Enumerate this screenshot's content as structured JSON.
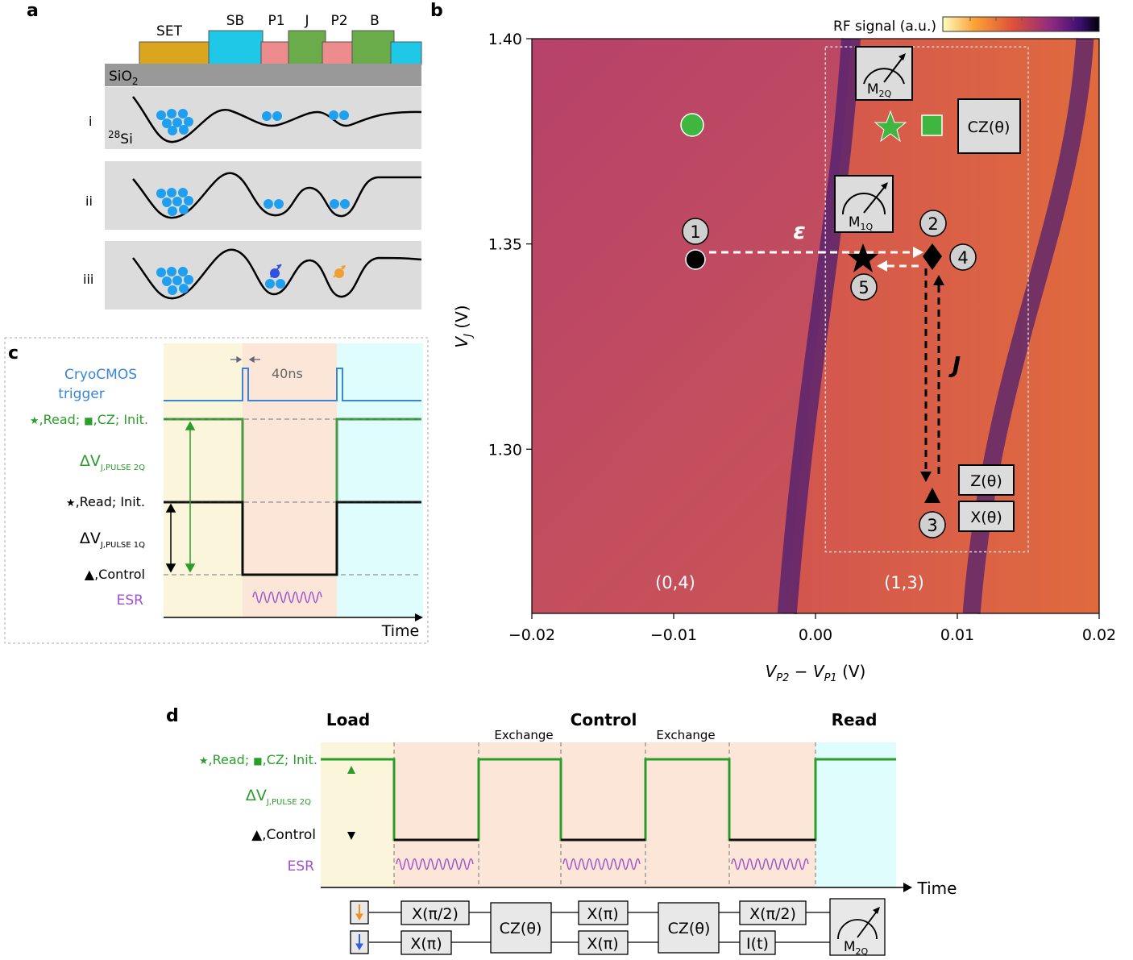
{
  "panel_labels": {
    "a": "a",
    "b": "b",
    "c": "c",
    "d": "d"
  },
  "panel_a": {
    "gates": [
      "SET",
      "SB",
      "P1",
      "J",
      "P2",
      "B"
    ],
    "oxide": "SiO",
    "oxide_sub": "2",
    "substrate_sup": "28",
    "substrate": "Si",
    "rows": [
      "i",
      "ii",
      "iii"
    ],
    "colors": {
      "set": "#dba61f",
      "sb": "#1ec8e6",
      "p": "#ec8c8c",
      "j": "#6aab4a",
      "oxide": "#999999",
      "well": "#dcdcdc",
      "electron": "#1f9ff0"
    }
  },
  "panel_b": {
    "colorbar_label": "RF signal (a.u.)",
    "xlabel": "V_P2 − V_P1 (V)",
    "ylabel": "V_J (V)",
    "xticks": [
      "−0.02",
      "−0.01",
      "0.00",
      "0.01",
      "0.02"
    ],
    "yticks": [
      "1.40",
      "1.35",
      "1.30"
    ],
    "region_left": "(0,4)",
    "region_right": "(1,3)",
    "eps_label": "ε",
    "j_label": "J",
    "point_labels": [
      "1",
      "2",
      "3",
      "4",
      "5"
    ],
    "gates": {
      "cz": "CZ(θ)",
      "z": "Z(θ)",
      "x": "X(θ)",
      "m2q": "M",
      "m2q_sub": "2Q",
      "m1q": "M",
      "m1q_sub": "1Q"
    }
  },
  "chart_data": {
    "type": "heatmap",
    "title": "",
    "xlabel": "V_P2 − V_P1 (V)",
    "ylabel": "V_J (V)",
    "xlim": [
      -0.02,
      0.02
    ],
    "ylim": [
      1.26,
      1.4
    ],
    "colorbar": "RF signal (a.u.)",
    "colormap": "inferno_r",
    "markers": [
      {
        "label": "1",
        "shape": "circle",
        "x": -0.0083,
        "y": 1.347
      },
      {
        "label": "2 / 4",
        "shape": "diamond",
        "x": 0.0083,
        "y": 1.347
      },
      {
        "label": "3",
        "shape": "triangle",
        "x": 0.0083,
        "y": 1.289
      },
      {
        "label": "5",
        "shape": "star",
        "x": 0.0035,
        "y": 1.347
      },
      {
        "label": "green-circle",
        "shape": "circle",
        "x": -0.0083,
        "y": 1.38
      },
      {
        "label": "green-star",
        "shape": "star",
        "x": 0.0053,
        "y": 1.38
      },
      {
        "label": "green-square",
        "shape": "square",
        "x": 0.0078,
        "y": 1.38
      }
    ],
    "transition_lines": [
      {
        "name": "left charge transition",
        "x_at_1_40": 0.0025,
        "x_at_1_26": -0.002
      },
      {
        "name": "right charge transition",
        "x_at_1_40": 0.019,
        "x_at_1_26": 0.011
      }
    ]
  },
  "panel_c": {
    "trigger_label": [
      "CryoCMOS",
      "trigger"
    ],
    "pulse_width": "40ns",
    "level_2q": ",Read; ",
    "level_2q_cz": ",CZ; Init.",
    "delta_2q": "ΔV",
    "delta_2q_sub": "J,PULSE 2Q",
    "level_1q": ",Read; Init.",
    "delta_1q": "ΔV",
    "delta_1q_sub": "J,PULSE 1Q",
    "level_control": ",Control",
    "esr": "ESR",
    "time": "Time"
  },
  "panel_d": {
    "phases": [
      "Load",
      "Control",
      "Read"
    ],
    "exchange": [
      "Exchange",
      "Exchange"
    ],
    "level_2q": ",Read; ",
    "level_2q_cz": ",CZ; Init.",
    "delta_2q": "ΔV",
    "delta_2q_sub": "J,PULSE 2Q",
    "level_control": ",Control",
    "esr": "ESR",
    "time": "Time",
    "circuit_top": [
      "X(π/2)",
      "X(π)",
      "X(π/2)"
    ],
    "circuit_bottom": [
      "X(π)",
      "X(π)",
      "I(t)"
    ],
    "cz": [
      "CZ(θ)",
      "CZ(θ)"
    ],
    "measure": "M",
    "measure_sub": "2Q"
  }
}
